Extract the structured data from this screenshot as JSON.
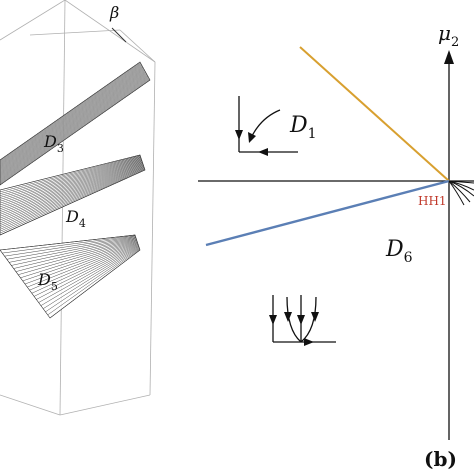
{
  "panel_a": {
    "beta_label": "β",
    "surfaces": [
      {
        "name": "D",
        "sub": "3"
      },
      {
        "name": "D",
        "sub": "4"
      },
      {
        "name": "D",
        "sub": "5"
      }
    ]
  },
  "panel_b": {
    "axis_label": {
      "name": "μ",
      "sub": "2"
    },
    "regions": [
      {
        "name": "D",
        "sub": "1"
      },
      {
        "name": "D",
        "sub": "6"
      }
    ],
    "point_label": "HH1",
    "panel_tag": "(b)",
    "colors": {
      "orange_curve": "#d8a030",
      "blue_curve": "#5b7fb5",
      "point_label": "#c0392b"
    }
  }
}
